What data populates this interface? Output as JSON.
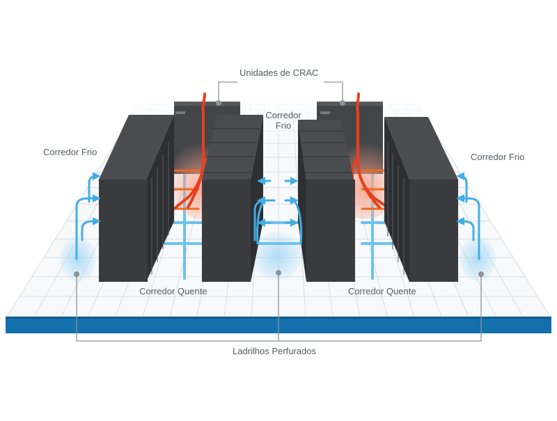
{
  "labels": {
    "crac_units": "Unidades de CRAC",
    "cold_aisle_center_line1": "Corredor",
    "cold_aisle_center_line2": "Frio",
    "cold_aisle_left": "Corredor Frio",
    "cold_aisle_right": "Corredor Frio",
    "hot_aisle_left": "Corredor Quente",
    "hot_aisle_right": "Corredor Quente",
    "perforated_tiles": "Ladrilhos Perfurados"
  },
  "colors": {
    "cold_air": "#42aee6",
    "hot_air": "#e8401c",
    "hot_air_branch": "#ef6a1f",
    "rack": "#3a3b3f",
    "floor_band": "#1370ad",
    "label_text": "#555a5e",
    "leader_line": "#8e9296"
  }
}
